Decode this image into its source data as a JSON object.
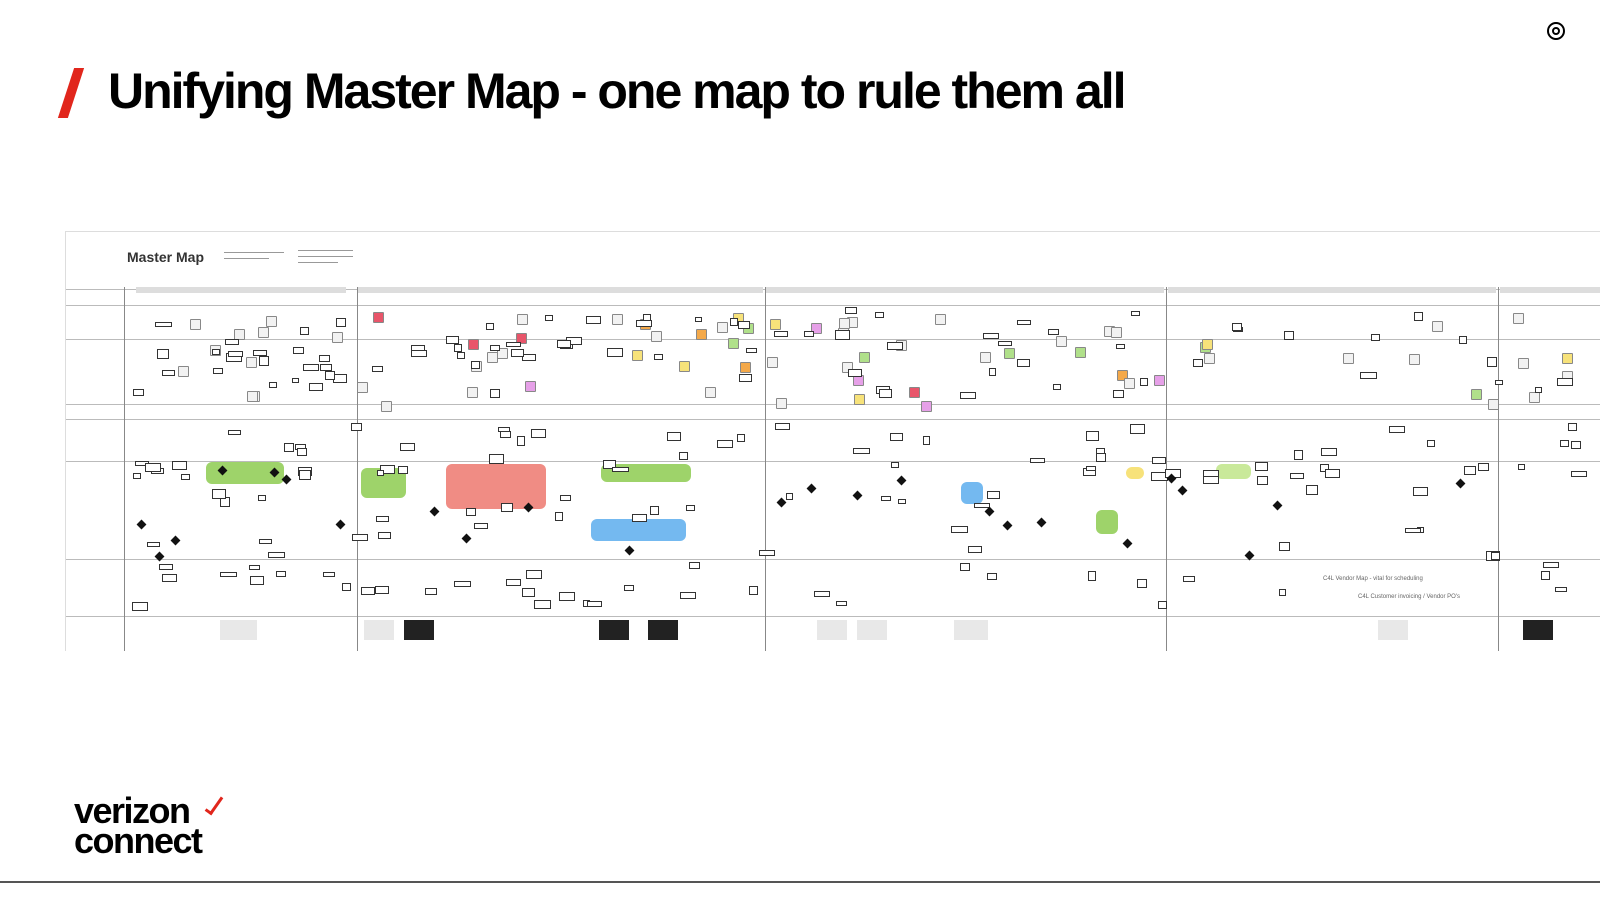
{
  "slide": {
    "title": "Unifying Master Map - one map to rule them all",
    "accent_color": "#e1261c"
  },
  "map": {
    "title": "Master Map",
    "annotations": [
      "C4L Vendor Map - vital for scheduling",
      "C4L Customer invoicing / Vendor PO's"
    ]
  },
  "logo": {
    "line1": "verizon",
    "line2": "connect"
  },
  "icons": {
    "top_right": "target-icon"
  }
}
